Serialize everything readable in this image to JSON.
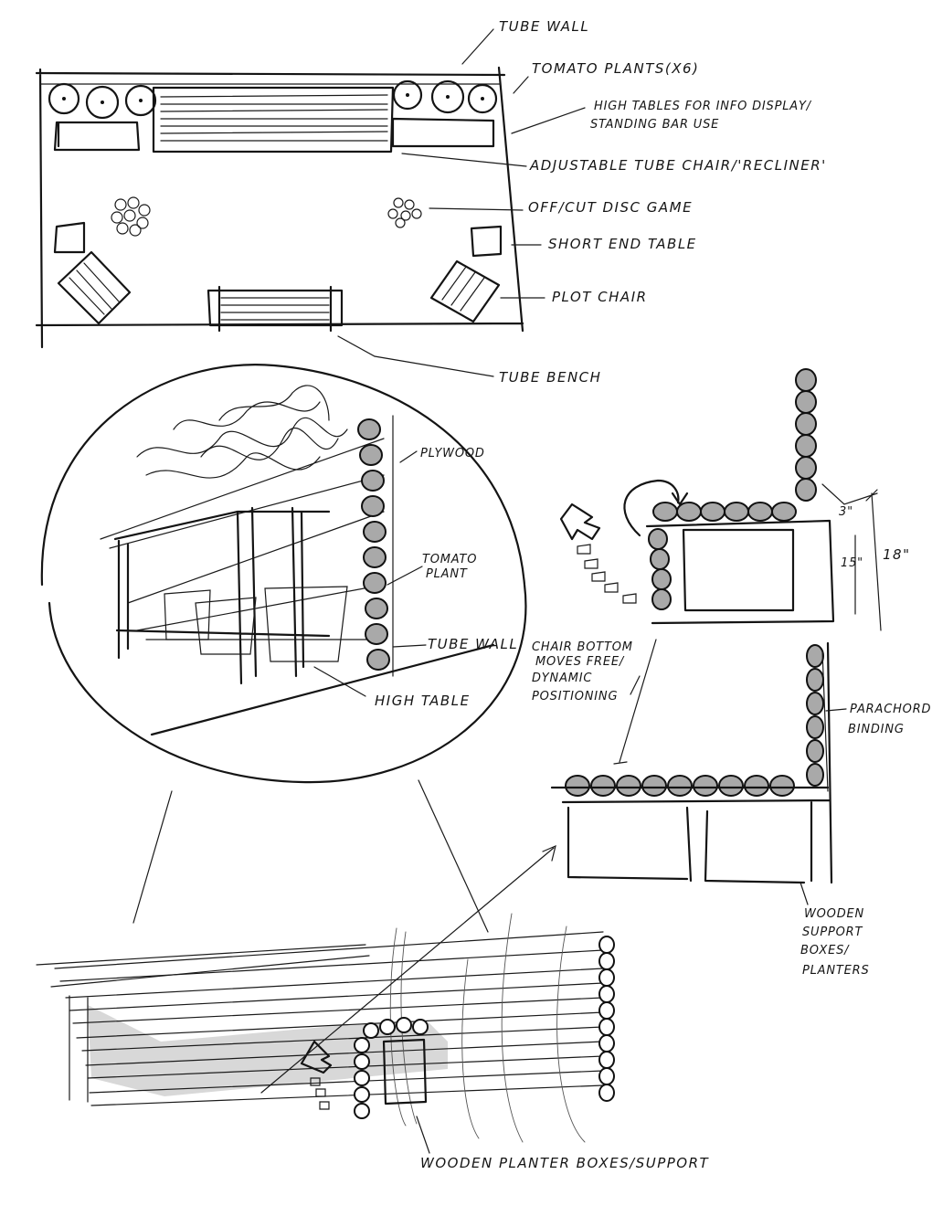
{
  "plan_labels": {
    "tube_wall": "TUBE WALL",
    "tomato_plants": "TOMATO PLANTS(X6)",
    "high_tables_line1": "HIGH TABLES FOR INFO DISPLAY/",
    "high_tables_line2": "STANDING BAR USE",
    "adjustable_chair": "ADJUSTABLE TUBE CHAIR/'RECLINER'",
    "disc_game": "OFF/CUT DISC GAME",
    "short_end_table": "SHORT END TABLE",
    "plot_chair": "PLOT CHAIR",
    "tube_bench": "TUBE BENCH"
  },
  "perspective_labels": {
    "plywood": "PLYWOOD",
    "tomato_line1": "TOMATO",
    "tomato_line2": "PLANT",
    "tube_wall": "TUBE WALL",
    "high_table": "HIGH TABLE"
  },
  "detail_labels": {
    "dim_3": "3\"",
    "dim_15": "15\"",
    "dim_18": "18\"",
    "chair_line1": "CHAIR BOTTOM",
    "chair_line2": "MOVES FREE/",
    "chair_line3": "DYNAMIC",
    "chair_line4": "POSITIONING",
    "paracord_line1": "PARACHORD",
    "paracord_line2": "BINDING",
    "wooden_line1": "WOODEN",
    "wooden_line2": "SUPPORT",
    "wooden_line3": "BOXES/",
    "wooden_line4": "PLANTERS"
  },
  "elevation_labels": {
    "planter_boxes": "WOODEN PLANTER BOXES/SUPPORT"
  }
}
